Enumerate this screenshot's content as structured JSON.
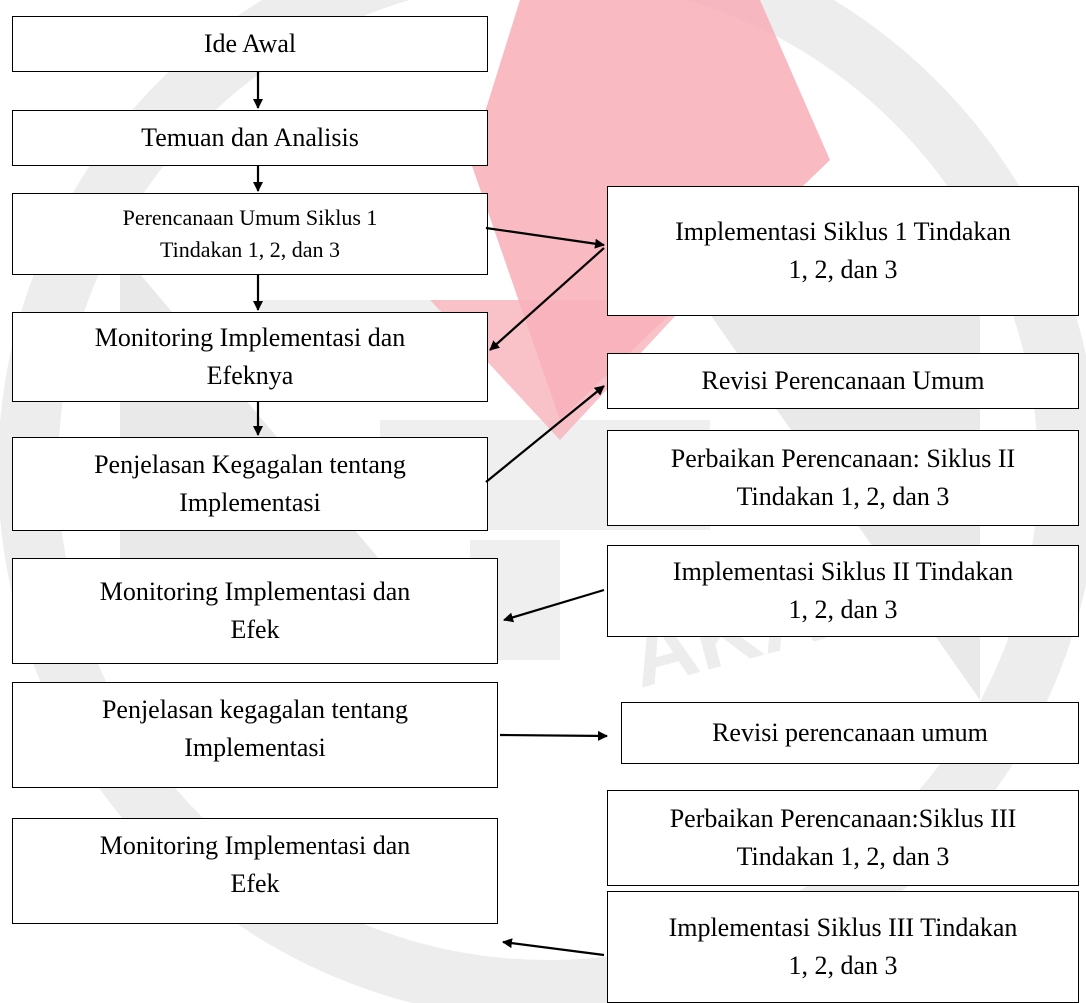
{
  "nodes": {
    "ide_awal": "Ide Awal",
    "temuan": "Temuan dan Analisis",
    "perencanaan_umum": "Perencanaan Umum Siklus 1\nTindakan 1, 2, dan 3",
    "monitoring_1": "Monitoring Implementasi dan\nEfeknya",
    "penjelasan_1": "Penjelasan Kegagalan tentang\nImplementasi",
    "monitoring_2": "Monitoring Implementasi dan\nEfek",
    "penjelasan_2": "Penjelasan kegagalan tentang\nImplementasi",
    "monitoring_3": "Monitoring Implementasi dan\nEfek",
    "implementasi_1": "Implementasi Siklus 1 Tindakan\n1, 2, dan 3",
    "revisi_1": "Revisi Perencanaan Umum",
    "perbaikan_2": "Perbaikan Perencanaan: Siklus II\nTindakan 1, 2, dan 3",
    "implementasi_2": "Implementasi Siklus II Tindakan\n1, 2, dan 3",
    "revisi_2": "Revisi perencanaan umum",
    "perbaikan_3": "Perbaikan Perencanaan:Siklus III\nTindakan 1, 2, dan 3",
    "implementasi_3": "Implementasi Siklus III Tindakan\n1, 2, dan 3"
  },
  "watermark": {
    "text": "AKA",
    "color_red": "#e8112d",
    "color_gray": "#cccccc"
  }
}
